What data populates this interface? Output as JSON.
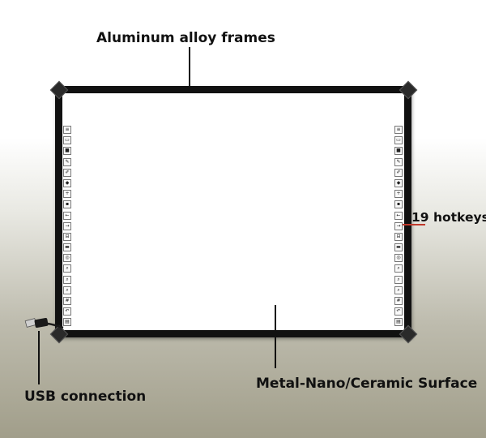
{
  "labels": {
    "frames": "Aluminum alloy frames",
    "hotkeys": "19 hotkeys",
    "usb": "USB connection",
    "surface": "Metal-Nano/Ceramic Surface"
  },
  "hotkey_icons": [
    "≡",
    "▭",
    "■",
    "✎",
    "✐",
    "◆",
    "+",
    "▪",
    "←",
    "→",
    "⊟",
    "▬",
    "◎",
    "⌕",
    "⌕",
    "⌕",
    "#",
    "↶",
    "▤"
  ]
}
